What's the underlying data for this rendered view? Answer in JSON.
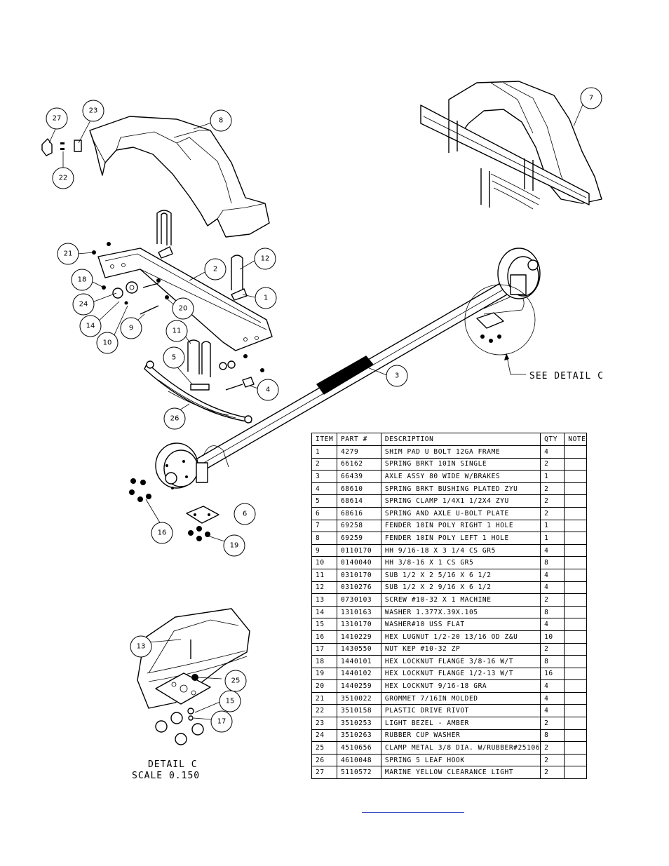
{
  "balloons": [
    {
      "n": "27"
    },
    {
      "n": "23"
    },
    {
      "n": "22"
    },
    {
      "n": "8"
    },
    {
      "n": "7"
    },
    {
      "n": "21"
    },
    {
      "n": "12"
    },
    {
      "n": "2"
    },
    {
      "n": "18"
    },
    {
      "n": "1"
    },
    {
      "n": "24"
    },
    {
      "n": "20"
    },
    {
      "n": "14"
    },
    {
      "n": "9"
    },
    {
      "n": "10"
    },
    {
      "n": "11"
    },
    {
      "n": "5"
    },
    {
      "n": "4"
    },
    {
      "n": "3"
    },
    {
      "n": "26"
    },
    {
      "n": "6"
    },
    {
      "n": "16"
    },
    {
      "n": "19"
    },
    {
      "n": "13"
    },
    {
      "n": "25"
    },
    {
      "n": "15"
    },
    {
      "n": "17"
    }
  ],
  "callouts": {
    "see_detail": "SEE DETAIL  C",
    "detail_title": "DETAIL  C",
    "detail_scale": "SCALE  0.150"
  },
  "bom": {
    "headers": [
      "ITEM",
      "PART #",
      "DESCRIPTION",
      "QTY",
      "NOTE"
    ],
    "rows": [
      [
        "1",
        "4279",
        "SHIM PAD   U BOLT 12GA FRAME",
        "4",
        ""
      ],
      [
        "2",
        "66162",
        "SPRING BRKT  10IN SINGLE",
        "2",
        ""
      ],
      [
        "3",
        "66439",
        "AXLE ASSY 80 WIDE W/BRAKES",
        "1",
        ""
      ],
      [
        "4",
        "68610",
        "SPRING BRKT BUSHING PLATED ZYU",
        "2",
        ""
      ],
      [
        "5",
        "68614",
        "SPRING CLAMP   1/4X1 1/2X4  ZYU",
        "2",
        ""
      ],
      [
        "6",
        "68616",
        "SPRING AND AXLE U-BOLT PLATE",
        "2",
        ""
      ],
      [
        "7",
        "69258",
        "FENDER  10IN POLY RIGHT 1 HOLE",
        "1",
        ""
      ],
      [
        "8",
        "69259",
        "FENDER  10IN POLY LEFT 1 HOLE",
        "1",
        ""
      ],
      [
        "9",
        "0110170",
        "HH 9/16-18 X 3 1/4 CS GR5",
        "4",
        ""
      ],
      [
        "10",
        "0140040",
        "HH 3/8-16 X 1 CS GR5",
        "8",
        ""
      ],
      [
        "11",
        "0310170",
        "SUB 1/2 X 2 5/16 X 6 1/2",
        "4",
        ""
      ],
      [
        "12",
        "0310276",
        "SUB 1/2 X 2 9/16 X 6 1/2",
        "4",
        ""
      ],
      [
        "13",
        "0730103",
        "SCREW #10-32 X 1 MACHINE",
        "2",
        ""
      ],
      [
        "14",
        "1310163",
        "WASHER 1.377X.39X.105",
        "8",
        ""
      ],
      [
        "15",
        "1310170",
        "WASHER#10 USS FLAT",
        "4",
        ""
      ],
      [
        "16",
        "1410229",
        "HEX LUGNUT 1/2-20 13/16 OD Z&U",
        "10",
        ""
      ],
      [
        "17",
        "1430550",
        "NUT KEP #10-32 ZP",
        "2",
        ""
      ],
      [
        "18",
        "1440101",
        "HEX LOCKNUT FLANGE 3/8-16 W/T",
        "8",
        ""
      ],
      [
        "19",
        "1440102",
        "HEX LOCKNUT FLANGE 1/2-13 W/T",
        "16",
        ""
      ],
      [
        "20",
        "1440259",
        "HEX LOCKNUT 9/16-18 GRA",
        "4",
        ""
      ],
      [
        "21",
        "3510022",
        "GROMMET  7/16IN MOLDED",
        "4",
        ""
      ],
      [
        "22",
        "3510158",
        "PLASTIC DRIVE RIVOT",
        "4",
        ""
      ],
      [
        "23",
        "3510253",
        "LIGHT BEZEL - AMBER",
        "2",
        ""
      ],
      [
        "24",
        "3510263",
        "RUBBER CUP WASHER",
        "8",
        ""
      ],
      [
        "25",
        "4510656",
        "CLAMP METAL 3/8 DIA. W/RUBBER#25106",
        "2",
        ""
      ],
      [
        "26",
        "4610048",
        "SPRING  5 LEAF HOOK",
        "2",
        ""
      ],
      [
        "27",
        "5110572",
        "MARINE YELLOW CLEARANCE LIGHT",
        "2",
        ""
      ]
    ]
  },
  "colors": {
    "link": "#2a3fbf",
    "ink": "#000000"
  }
}
